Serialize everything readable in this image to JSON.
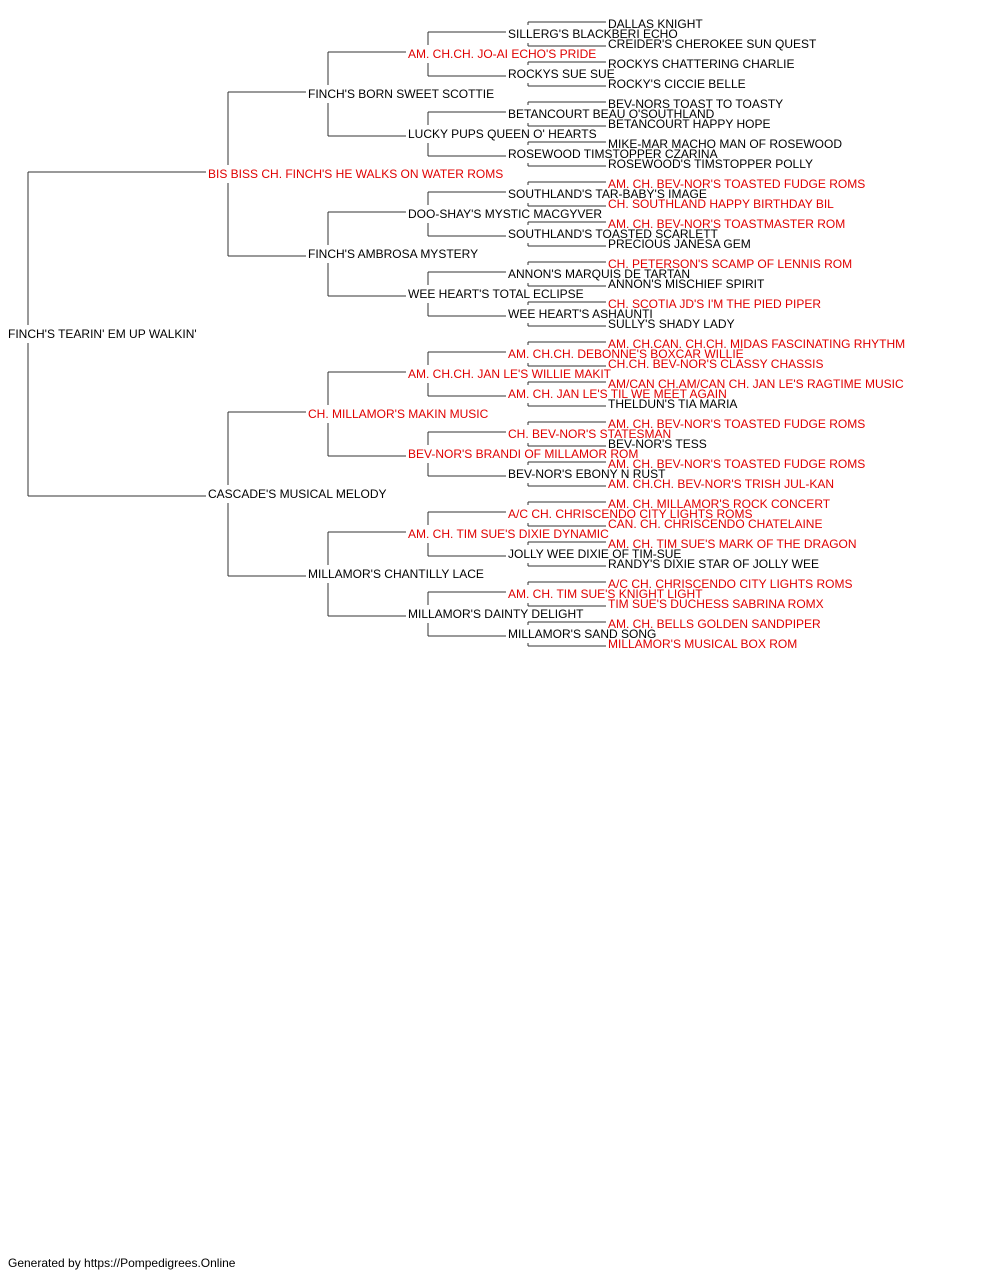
{
  "colors": {
    "titled": "#e00000",
    "normal": "#000000",
    "line": "#333333"
  },
  "pedigree": {
    "name": "FINCH'S TEARIN' EM UP WALKIN'",
    "titled": false,
    "sire": {
      "name": "BIS BISS CH. FINCH'S HE WALKS ON WATER ROMS",
      "titled": true,
      "sire": {
        "name": "FINCH'S BORN SWEET SCOTTIE",
        "titled": false,
        "sire": {
          "name": "AM. CH.CH. JO-AI ECHO'S PRIDE",
          "titled": true,
          "sire": {
            "name": "SILLERG'S BLACKBERI ECHO",
            "titled": false,
            "sire": {
              "name": "DALLAS KNIGHT",
              "titled": false
            },
            "dam": {
              "name": "CREIDER'S CHEROKEE SUN QUEST",
              "titled": false
            }
          },
          "dam": {
            "name": "ROCKYS SUE SUE",
            "titled": false,
            "sire": {
              "name": "ROCKYS CHATTERING CHARLIE",
              "titled": false
            },
            "dam": {
              "name": "ROCKY'S CICCIE BELLE",
              "titled": false
            }
          }
        },
        "dam": {
          "name": "LUCKY PUPS QUEEN O' HEARTS",
          "titled": false,
          "sire": {
            "name": "BETANCOURT BEAU O'SOUTHLAND",
            "titled": false,
            "sire": {
              "name": "BEV-NORS TOAST TO TOASTY",
              "titled": false
            },
            "dam": {
              "name": "BETANCOURT HAPPY HOPE",
              "titled": false
            }
          },
          "dam": {
            "name": "ROSEWOOD TIMSTOPPER CZARINA",
            "titled": false,
            "sire": {
              "name": "MIKE-MAR MACHO MAN OF ROSEWOOD",
              "titled": false
            },
            "dam": {
              "name": "ROSEWOOD'S TIMSTOPPER POLLY",
              "titled": false
            }
          }
        }
      },
      "dam": {
        "name": "FINCH'S AMBROSA MYSTERY",
        "titled": false,
        "sire": {
          "name": "DOO-SHAY'S MYSTIC MACGYVER",
          "titled": false,
          "sire": {
            "name": "SOUTHLAND'S TAR-BABY'S IMAGE",
            "titled": false,
            "sire": {
              "name": "AM. CH. BEV-NOR'S TOASTED FUDGE ROMS",
              "titled": true
            },
            "dam": {
              "name": "CH. SOUTHLAND HAPPY BIRTHDAY BIL",
              "titled": true
            }
          },
          "dam": {
            "name": "SOUTHLAND'S TOASTED SCARLETT",
            "titled": false,
            "sire": {
              "name": "AM. CH. BEV-NOR'S TOASTMASTER ROM",
              "titled": true
            },
            "dam": {
              "name": "PRECIOUS JANESA GEM",
              "titled": false
            }
          }
        },
        "dam": {
          "name": "WEE HEART'S TOTAL ECLIPSE",
          "titled": false,
          "sire": {
            "name": "ANNON'S MARQUIS DE TARTAN",
            "titled": false,
            "sire": {
              "name": "CH. PETERSON'S SCAMP OF LENNIS ROM",
              "titled": true
            },
            "dam": {
              "name": "ANNON'S MISCHIEF SPIRIT",
              "titled": false
            }
          },
          "dam": {
            "name": "WEE HEART'S ASHAUNTI",
            "titled": false,
            "sire": {
              "name": "CH. SCOTIA JD'S I'M THE PIED PIPER",
              "titled": true
            },
            "dam": {
              "name": "SULLY'S SHADY LADY",
              "titled": false
            }
          }
        }
      }
    },
    "dam": {
      "name": "CASCADE'S MUSICAL MELODY",
      "titled": false,
      "sire": {
        "name": "CH. MILLAMOR'S MAKIN MUSIC",
        "titled": true,
        "sire": {
          "name": "AM. CH.CH. JAN LE'S WILLIE MAKIT",
          "titled": true,
          "sire": {
            "name": "AM. CH.CH. DEBONNE'S BOXCAR WILLIE",
            "titled": true,
            "sire": {
              "name": "AM. CH.CAN. CH.CH. MIDAS FASCINATING RHYTHM",
              "titled": true
            },
            "dam": {
              "name": "CH.CH. BEV-NOR'S CLASSY CHASSIS",
              "titled": true
            }
          },
          "dam": {
            "name": "AM. CH. JAN LE'S TIL WE MEET AGAIN",
            "titled": true,
            "sire": {
              "name": "AM/CAN CH.AM/CAN CH. JAN LE'S RAGTIME MUSIC",
              "titled": true
            },
            "dam": {
              "name": "THELDUN'S TIA MARIA",
              "titled": false
            }
          }
        },
        "dam": {
          "name": "BEV-NOR'S BRANDI OF MILLAMOR ROM",
          "titled": true,
          "sire": {
            "name": "CH. BEV-NOR'S STATESMAN",
            "titled": true,
            "sire": {
              "name": "AM. CH. BEV-NOR'S TOASTED FUDGE ROMS",
              "titled": true
            },
            "dam": {
              "name": "BEV-NOR'S TESS",
              "titled": false
            }
          },
          "dam": {
            "name": "BEV-NOR'S EBONY N RUST",
            "titled": false,
            "sire": {
              "name": "AM. CH. BEV-NOR'S TOASTED FUDGE ROMS",
              "titled": true
            },
            "dam": {
              "name": "AM. CH.CH. BEV-NOR'S TRISH JUL-KAN",
              "titled": true
            }
          }
        }
      },
      "dam": {
        "name": "MILLAMOR'S CHANTILLY LACE",
        "titled": false,
        "sire": {
          "name": "AM. CH. TIM SUE'S DIXIE DYNAMIC",
          "titled": true,
          "sire": {
            "name": "A/C CH. CHRISCENDO CITY LIGHTS ROMS",
            "titled": true,
            "sire": {
              "name": "AM. CH. MILLAMOR'S ROCK CONCERT",
              "titled": true
            },
            "dam": {
              "name": "CAN. CH. CHRISCENDO CHATELAINE",
              "titled": true
            }
          },
          "dam": {
            "name": "JOLLY WEE DIXIE OF TIM-SUE",
            "titled": false,
            "sire": {
              "name": "AM. CH. TIM SUE'S MARK OF THE DRAGON",
              "titled": true
            },
            "dam": {
              "name": "RANDY'S DIXIE STAR OF JOLLY WEE",
              "titled": false
            }
          }
        },
        "dam": {
          "name": "MILLAMOR'S DAINTY DELIGHT",
          "titled": false,
          "sire": {
            "name": "AM. CH. TIM SUE'S KNIGHT LIGHT",
            "titled": true,
            "sire": {
              "name": "A/C CH. CHRISCENDO CITY LIGHTS ROMS",
              "titled": true
            },
            "dam": {
              "name": "TIM SUE'S DUCHESS SABRINA ROMX",
              "titled": true
            }
          },
          "dam": {
            "name": "MILLAMOR'S SAND SONG",
            "titled": false,
            "sire": {
              "name": "AM. CH. BELLS GOLDEN SANDPIPER",
              "titled": true
            },
            "dam": {
              "name": "MILLAMOR'S MUSICAL BOX ROM",
              "titled": true
            }
          }
        }
      }
    }
  },
  "footer": "Generated by https://Pompedigrees.Online"
}
